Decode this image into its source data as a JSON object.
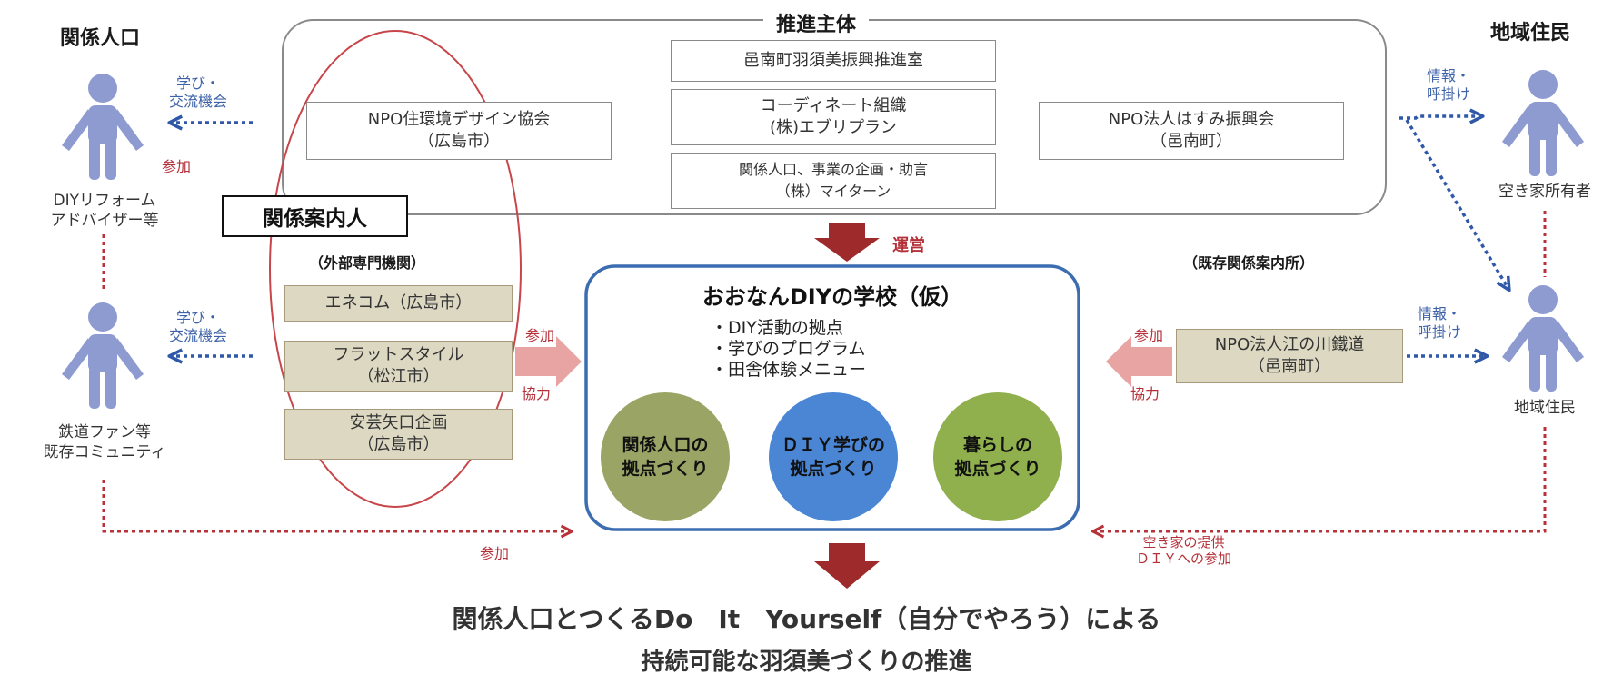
{
  "headings": {
    "suishin": "推進主体",
    "kankei_jinko": "関係人口",
    "chiiki_jumin": "地域住民",
    "gaibu": "（外部専門機関）",
    "kizon": "（既存関係案内所）"
  },
  "promoters": {
    "town_office": "邑南町羽須美振興推進室",
    "coordinator_line1": "コーディネート組織",
    "coordinator_line2": "(株)エブリプラン",
    "planning_line1": "関係人口、事業の企画・助言",
    "planning_line2": "（株）マイターン",
    "npo_jukankyo_line1": "NPO住環境デザイン協会",
    "npo_jukankyo_line2": "（広島市）",
    "npo_hasumi_line1": "NPO法人はすみ振興会",
    "npo_hasumi_line2": "（邑南町）"
  },
  "guide_label": "関係案内人",
  "external_orgs": [
    {
      "line1": "エネコム（広島市）",
      "line2": ""
    },
    {
      "line1": "フラットスタイル",
      "line2": "（松江市）"
    },
    {
      "line1": "安芸矢口企画",
      "line2": "（広島市）"
    }
  ],
  "existing_org": {
    "line1": "NPO法人江の川鐵道",
    "line2": "（邑南町）"
  },
  "school": {
    "title": "おおなんDIYの学校（仮）",
    "bullets": [
      "・DIY活動の拠点",
      "・学びのプログラム",
      "・田舎体験メニュー"
    ],
    "circles": [
      {
        "line1": "関係人口の",
        "line2": "拠点づくり",
        "color": "#9aa565"
      },
      {
        "line1": "ＤＩＹ学びの",
        "line2": "拠点づくり",
        "color": "#4a86d4"
      },
      {
        "line1": "暮らしの",
        "line2": "拠点づくり",
        "color": "#8fb04d"
      }
    ]
  },
  "arrow_labels": {
    "manage": "運営",
    "learn_exchange1_line1": "学び・",
    "learn_exchange1_line2": "交流機会",
    "learn_exchange2_line1": "学び・",
    "learn_exchange2_line2": "交流機会",
    "participate_top": "参加",
    "info1_line1": "情報・",
    "info1_line2": "呼掛け",
    "info2_line1": "情報・",
    "info2_line2": "呼掛け",
    "left_participate": "参加",
    "left_cooperate": "協力",
    "right_participate": "参加",
    "right_cooperate": "協力",
    "bottom_participate": "参加",
    "vacant_line1": "空き家の提供",
    "vacant_line2": "ＤＩＹへの参加"
  },
  "people": {
    "diy_advisor_line1": "DIYリフォーム",
    "diy_advisor_line2": "アドバイザー等",
    "railway_fan_line1": "鉄道ファン等",
    "railway_fan_line2": "既存コミュニティ",
    "vacant_owner": "空き家所有者",
    "local_resident": "地域住民"
  },
  "bottom": {
    "line1": "関係人口とつくるDo　It　Yourself（自分でやろう）による",
    "line2": "持続可能な羽須美づくりの推進"
  },
  "colors": {
    "person": "#8e9bd1",
    "blue_arrow": "#2f58a8",
    "red_dotted": "#b8323a",
    "dark_red_arrow": "#9e2a2b",
    "pink_arrow": "#e8a3a3",
    "school_border": "#3b6db0",
    "guide_ellipse": "#c7464a"
  }
}
